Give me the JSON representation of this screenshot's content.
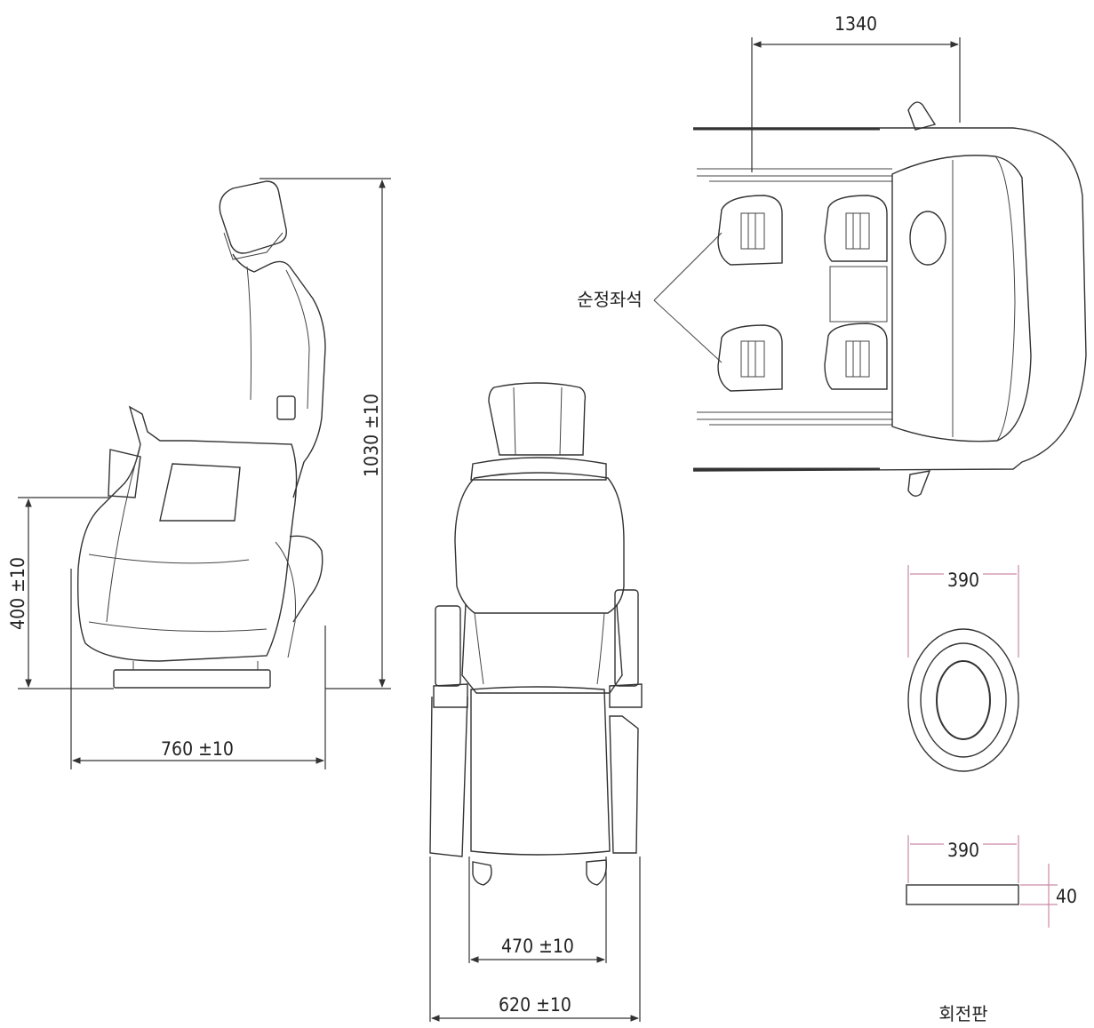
{
  "side_view": {
    "height_label": "1030 ±10",
    "seat_height_label": "400 ±10",
    "depth_label": "760 ±10"
  },
  "front_view": {
    "inner_width_label": "470 ±10",
    "outer_width_label": "620 ±10"
  },
  "top_view": {
    "width_label": "1340",
    "seat_callout_label": "순정좌석"
  },
  "turntable": {
    "top_diameter_label": "390",
    "side_width_label": "390",
    "thickness_label": "40",
    "caption": "회전판"
  }
}
